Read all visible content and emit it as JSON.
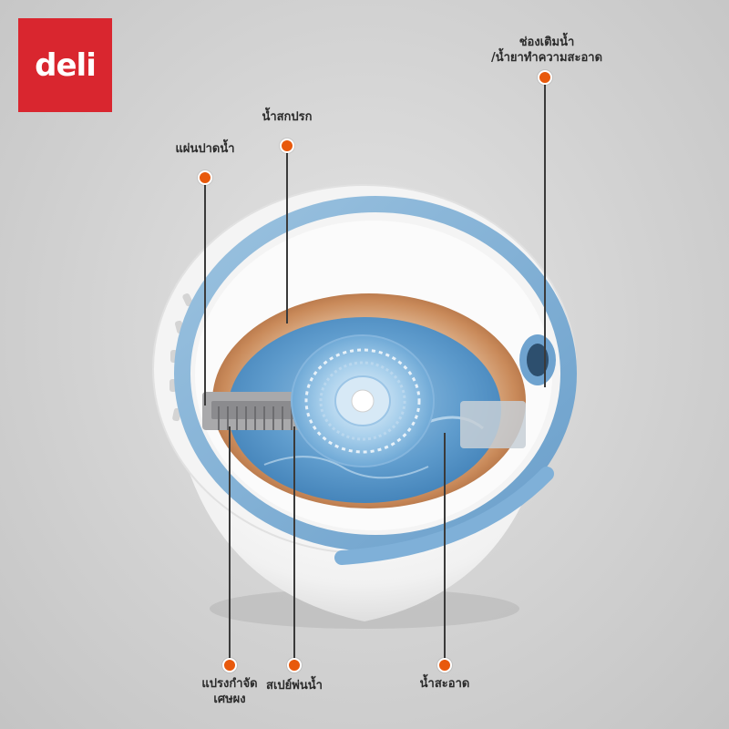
{
  "brand": {
    "logo_text": "deli",
    "logo_color": "#d9262f"
  },
  "accent_color": "#e8590c",
  "labels": {
    "water_inlet_line1": "ช่องเติมน้ำ",
    "water_inlet_line2": "/น้ำยาทำความสะอาด",
    "dirty_water": "น้ำสกปรก",
    "wiper_plate": "แผ่นปาดน้ำ",
    "debris_brush_line1": "แปรงกำจัด",
    "debris_brush_line2": "เศษผง",
    "spray_nozzle": "สเปย์พ่นน้ำ",
    "clean_water": "น้ำสะอาด"
  }
}
